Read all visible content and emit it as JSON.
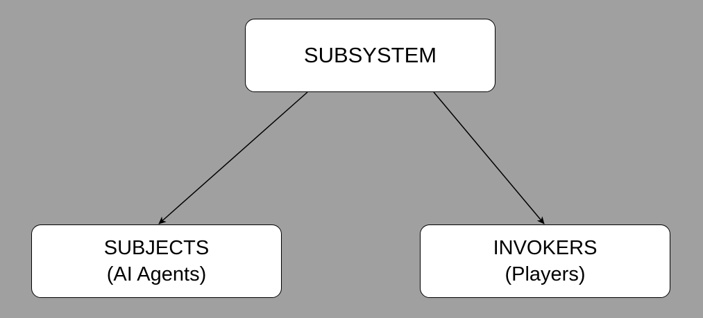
{
  "colors": {
    "background": "#a0a0a0",
    "node_fill": "#ffffff",
    "stroke": "#000000"
  },
  "nodes": {
    "subsystem": {
      "label": "SUBSYSTEM"
    },
    "subjects": {
      "line1": "SUBJECTS",
      "line2": "(AI Agents)"
    },
    "invokers": {
      "line1": "INVOKERS",
      "line2": "(Players)"
    }
  },
  "edges": [
    {
      "from": "subsystem",
      "to": "subjects"
    },
    {
      "from": "subsystem",
      "to": "invokers"
    }
  ]
}
